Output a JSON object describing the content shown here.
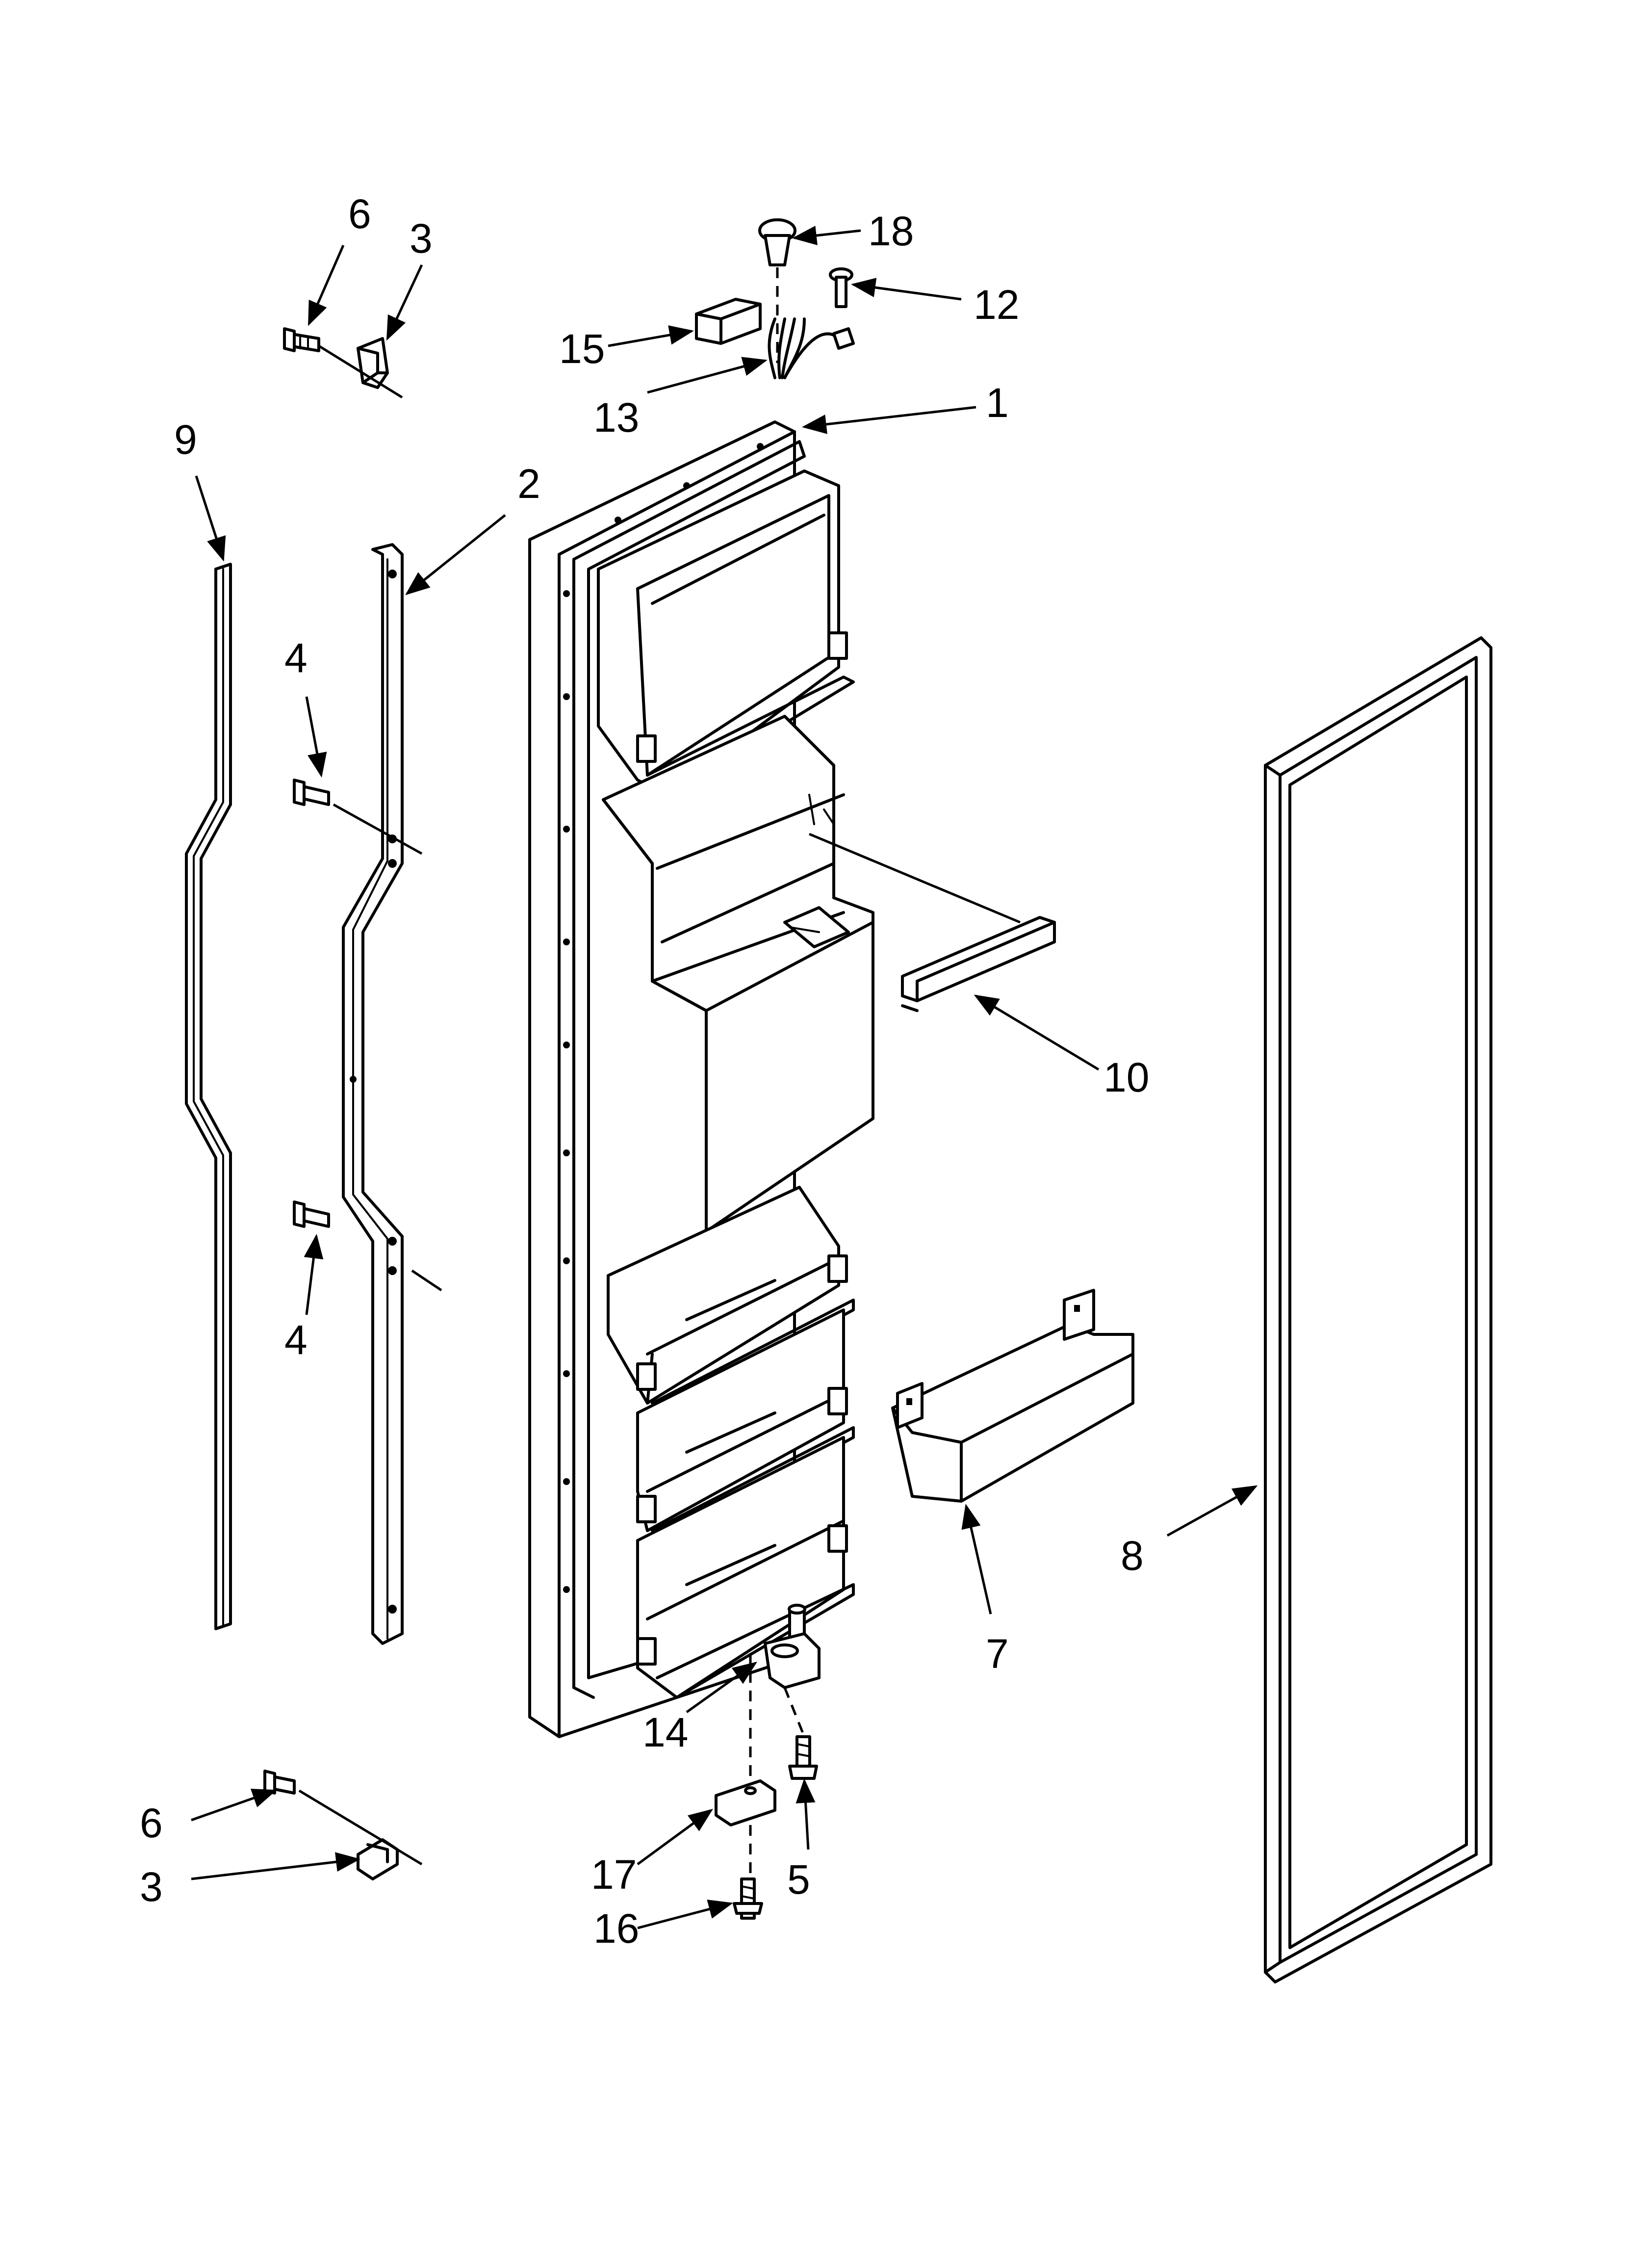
{
  "diagram": {
    "callouts": {
      "c1": "1",
      "c2": "2",
      "c3_top": "3",
      "c3_bottom": "3",
      "c4_upper": "4",
      "c4_lower": "4",
      "c5": "5",
      "c6_top": "6",
      "c6_bottom": "6",
      "c7": "7",
      "c8": "8",
      "c9": "9",
      "c10": "10",
      "c12": "12",
      "c13": "13",
      "c14": "14",
      "c15": "15",
      "c16": "16",
      "c17": "17",
      "c18": "18"
    }
  }
}
